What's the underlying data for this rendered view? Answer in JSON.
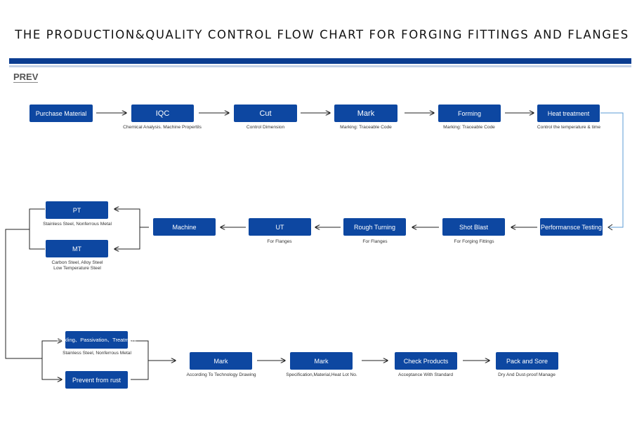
{
  "page": {
    "title": "THE PRODUCTION&QUALITY CONTROL FLOW CHART FOR FORGING FITTINGS AND FLANGES",
    "prev_label": "PREV"
  },
  "colors": {
    "node_fill": "#0d47a1",
    "header_bar": "#0b3d91",
    "connector_blue": "#5b9bd5",
    "arrow": "#222222"
  },
  "row1": [
    {
      "label": "Purchase Material",
      "caption": ""
    },
    {
      "label": "IQC",
      "caption": "Chemical Analysis. Machine Propertils"
    },
    {
      "label": "Cut",
      "caption": "Control Dimension"
    },
    {
      "label": "Mark",
      "caption": "Marking: Traceable Code"
    },
    {
      "label": "Forming",
      "caption": "Marking: Traceable Code"
    },
    {
      "label": "Heat treatment",
      "caption": "Control the temperature & time"
    }
  ],
  "row2": [
    {
      "label": "Performansce Testing",
      "caption": ""
    },
    {
      "label": "Shot Blast",
      "caption": "For Forging Fittings"
    },
    {
      "label": "Rough Turning",
      "caption": "For Flanges"
    },
    {
      "label": "UT",
      "caption": "For Flanges"
    },
    {
      "label": "Machine",
      "caption": ""
    }
  ],
  "branch1": [
    {
      "label": "PT",
      "caption": "Stainless Steel, Nonferrous Metal"
    },
    {
      "label": "MT",
      "caption": "Carbon Steel, Alloy Steel\nLow Temperature Steel"
    }
  ],
  "branch2": [
    {
      "label": "Pickling、Passivation、Treatment",
      "caption": "Stainless Steel, Nonferrous Metal"
    },
    {
      "label": "Prevent from rust",
      "caption": ""
    }
  ],
  "row3": [
    {
      "label": "Mark",
      "caption": "According To Technology Drawing"
    },
    {
      "label": "Mark",
      "caption": "Specification,Material,Heat Lot No."
    },
    {
      "label": "Check Products",
      "caption": "Acceptance With Standard"
    },
    {
      "label": "Pack and Sore",
      "caption": "Dry And Dust-proof Manage"
    }
  ]
}
